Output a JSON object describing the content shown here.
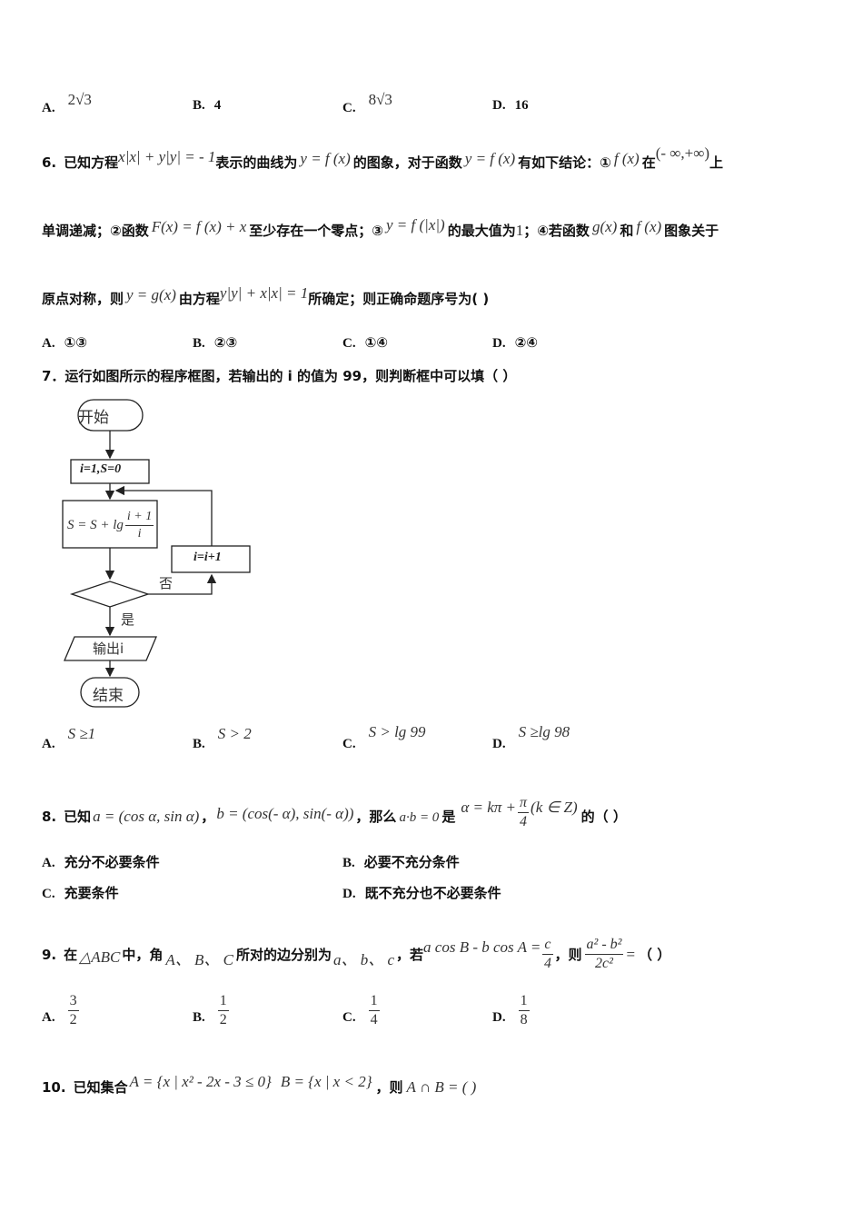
{
  "q5_options": {
    "A": {
      "label": "A.",
      "value": "2√3"
    },
    "B": {
      "label": "B.",
      "value": "4"
    },
    "C": {
      "label": "C.",
      "value": "8√3"
    },
    "D": {
      "label": "D.",
      "value": "16"
    }
  },
  "q6": {
    "number": "6.",
    "line1": {
      "t1": "已知方程",
      "m1": "x|x| + y|y| = - 1",
      "t2": "表示的曲线为",
      "m2": "y = f (x)",
      "t3": "的图象，对于函数",
      "m3": "y = f (x)",
      "t4": "有如下结论：①",
      "m4": "f (x)",
      "t5": "在",
      "m5": "(- ∞,+∞)",
      "t6": "上"
    },
    "line2": {
      "t1": "单调递减；②函数",
      "m1": "F(x) = f (x) + x",
      "t2": "至少存在一个零点；③",
      "m2": "y = f (|x|)",
      "t3": "的最大值为",
      "m3": "1",
      "t4": "；④若函数",
      "m4": "g(x)",
      "t5": "和",
      "m5": "f (x)",
      "t6": "图象关于"
    },
    "line3": {
      "t1": "原点对称，则",
      "m1": "y = g(x)",
      "t2": "由方程",
      "m2": "y|y| + x|x| = 1",
      "t3": "所确定；则正确命题序号为(    )"
    },
    "options": {
      "A": {
        "label": "A.",
        "value": "①③"
      },
      "B": {
        "label": "B.",
        "value": "②③"
      },
      "C": {
        "label": "C.",
        "value": "①④"
      },
      "D": {
        "label": "D.",
        "value": "②④"
      }
    }
  },
  "q7": {
    "stem": "7．运行如图所示的程序框图，若输出的 i 的值为 99，则判断框中可以填（    ）",
    "flowchart": {
      "start": "开始",
      "init": "i=1,S=0",
      "process_lhs": "S = S + lg",
      "process_num": "i + 1",
      "process_den": "i",
      "increment": "i=i+1",
      "no_label": "否",
      "yes_label": "是",
      "output": "输出i",
      "end": "结束"
    },
    "options": {
      "A": {
        "label": "A.",
        "value": "S ≥1"
      },
      "B": {
        "label": "B.",
        "value": "S > 2"
      },
      "C": {
        "label": "C.",
        "value": "S > lg 99"
      },
      "D": {
        "label": "D.",
        "value": "S ≥lg 98"
      }
    }
  },
  "q8": {
    "number": "8.",
    "t1": "已知",
    "m1": "a = (cos α, sin α)",
    "t2": "，",
    "m2": "b = (cos(- α), sin(- α))",
    "t3": "，那么",
    "m3": "a·b = 0",
    "t4": "是",
    "m4_lhs": "α = kπ +",
    "m4_num": "π",
    "m4_den": "4",
    "m4_rhs": "(k ∈ Z)",
    "t5": "的（    ）",
    "options": {
      "A": {
        "label": "A.",
        "value": "充分不必要条件"
      },
      "B": {
        "label": "B.",
        "value": "必要不充分条件"
      },
      "C": {
        "label": "C.",
        "value": "充要条件"
      },
      "D": {
        "label": "D.",
        "value": "既不充分也不必要条件"
      }
    }
  },
  "q9": {
    "number": "9.",
    "t1": "在",
    "m1": "△ABC",
    "t2": "中，角",
    "m2": "A、 B、 C",
    "t3": "所对的边分别为",
    "m3": "a、 b、 c",
    "t4": "，若",
    "m4_lhs": "a cos B - b cos A =",
    "m4_num": "c",
    "m4_den": "4",
    "t5": "，则",
    "m5_num": "a² - b²",
    "m5_den": "2c²",
    "m5_rhs": "=",
    "t6": "（    ）",
    "options": {
      "A": {
        "label": "A.",
        "num": "3",
        "den": "2"
      },
      "B": {
        "label": "B.",
        "num": "1",
        "den": "2"
      },
      "C": {
        "label": "C.",
        "num": "1",
        "den": "4"
      },
      "D": {
        "label": "D.",
        "num": "1",
        "den": "8"
      }
    }
  },
  "q10": {
    "number": "10.",
    "t1": "已知集合",
    "m1": "A = {x | x² - 2x - 3 ≤ 0}",
    "m2": "B = {x | x < 2}",
    "t2": "，则",
    "m3": "A ∩ B = ( )"
  }
}
